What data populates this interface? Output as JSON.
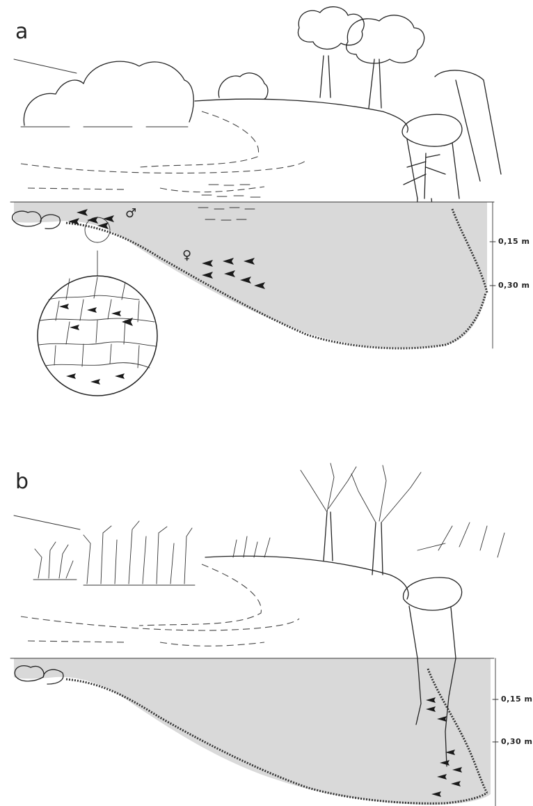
{
  "panels": [
    {
      "letter": "a",
      "male_symbol": "♂",
      "female_symbol": "♀",
      "depth_labels": [
        "0,15 m",
        "0,30 m"
      ]
    },
    {
      "letter": "b",
      "depth_labels": [
        "0,15 m",
        "0,30 m"
      ]
    }
  ],
  "colors": {
    "water": "#d9d9d9",
    "ink": "#222222"
  },
  "icons": [
    "tree-icon",
    "bush-icon",
    "fish-icon",
    "fern-icon",
    "stone-icon"
  ]
}
